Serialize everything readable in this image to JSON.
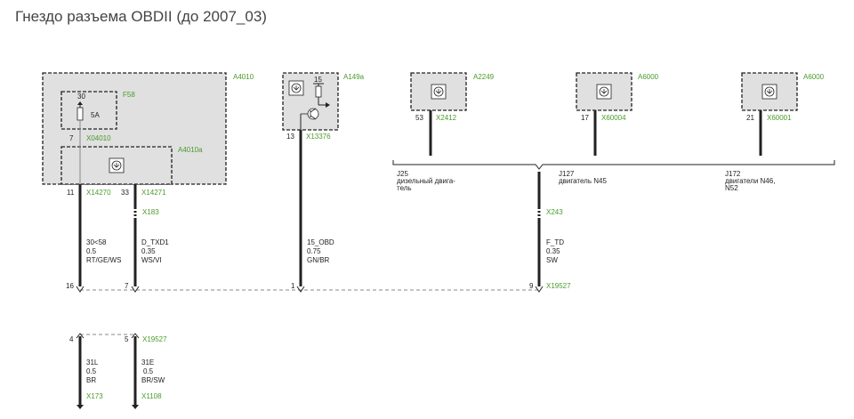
{
  "title": "Гнездо разъема OBDII (до 2007_03)",
  "components": {
    "a4010": "A4010",
    "f58": "F58",
    "fuse_pin": "30",
    "fuse_rating": "5A",
    "a4010a": "A4010a",
    "a149a": "A149a",
    "a149a_pin": "15",
    "a2249": "A2249",
    "a6000_1": "A6000",
    "a6000_2": "A6000"
  },
  "connectors": {
    "x04010_pin": "7",
    "x04010": "X04010",
    "x14270_pin": "11",
    "x14270": "X14270",
    "x14271_pin": "33",
    "x14271": "X14271",
    "x183": "X183",
    "x13376_pin": "13",
    "x13376": "X13376",
    "x2412_pin": "53",
    "x2412": "X2412",
    "x60004_pin": "17",
    "x60004": "X60004",
    "x60001_pin": "21",
    "x60001": "X60001",
    "x243": "X243",
    "x19527_a": "X19527",
    "x19527_b": "X19527",
    "x173": "X173",
    "x1108": "X1108"
  },
  "variants": {
    "j25_code": "J25",
    "j25_l1": "дизельный двига-",
    "j25_l2": "тель",
    "j127_code": "J127",
    "j127_l1": "двигатель N45",
    "j172_code": "J172",
    "j172_l1": "двигатели N46,",
    "j172_l2": "N52"
  },
  "wires": {
    "w1_name": "30<58",
    "w1_size": "0.5",
    "w1_color": "RT/GE/WS",
    "w2_name": "D_TXD1",
    "w2_size": "0.35",
    "w2_color": "WS/VI",
    "w3_name": "15_OBD",
    "w3_size": "0.75",
    "w3_color": "GN/BR",
    "w4_name": "F_TD",
    "w4_size": "0.35",
    "w4_color": "SW",
    "w5_name": "31L",
    "w5_size": "0.5",
    "w5_color": "BR",
    "w6_name": "31E",
    "w6_size": "0.5",
    "w6_color": "BR/SW"
  },
  "obd_pins": {
    "p16": "16",
    "p7": "7",
    "p1": "1",
    "p9": "9",
    "p4": "4",
    "p5": "5"
  }
}
